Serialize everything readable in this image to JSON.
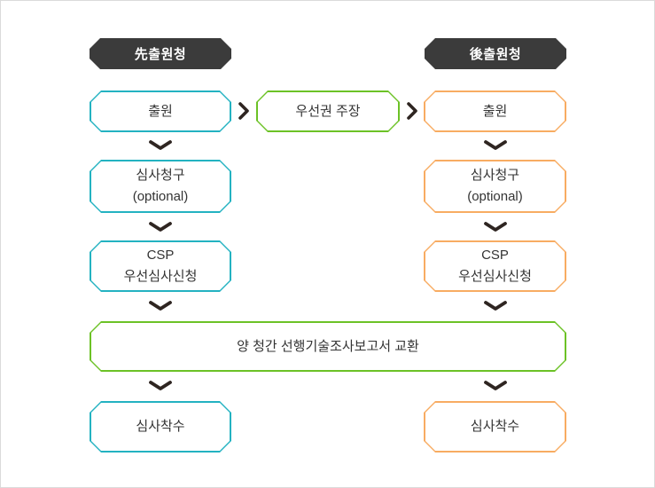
{
  "colors": {
    "teal": "#23b2c1",
    "orange": "#f8ac62",
    "green": "#6cc226",
    "header_bg": "#3b3b3b",
    "arrow": "#2e2521",
    "text": "#333333",
    "frame_border": "#dadada",
    "background": "#ffffff"
  },
  "headers": {
    "first_office": "先출원청",
    "second_office": "後출원청"
  },
  "middle": {
    "priority_claim": "우선권 주장"
  },
  "shared": {
    "exchange": "양 청간 선행기술조사보고서 교환"
  },
  "first_office_flow": {
    "filing": "출원",
    "exam_request": "심사청구",
    "exam_request_note": "(optional)",
    "csp": "CSP",
    "csp_sub": "우선심사신청",
    "exam_start": "심사착수"
  },
  "second_office_flow": {
    "filing": "출원",
    "exam_request": "심사청구",
    "exam_request_note": "(optional)",
    "csp": "CSP",
    "csp_sub": "우선심사신청",
    "exam_start": "심사착수"
  }
}
